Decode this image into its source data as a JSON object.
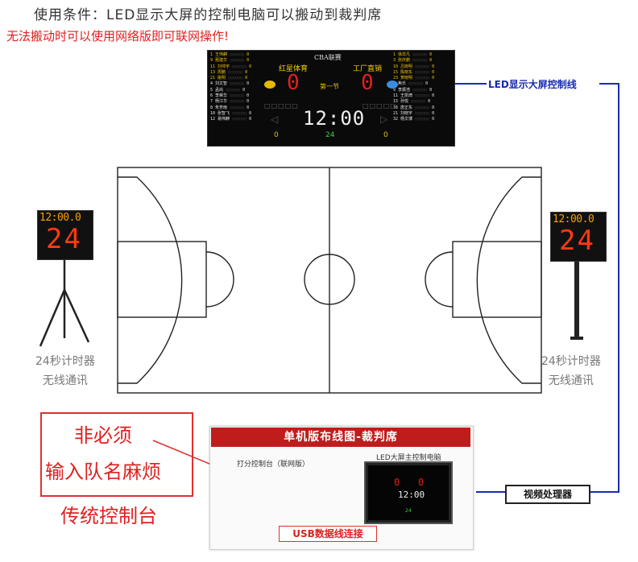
{
  "header": {
    "title": "使用条件：LED显示大屏的控制电脑可以搬动到裁判席",
    "note": "无法搬动时可以使用网络版即可联网操作!"
  },
  "scoreboard": {
    "league": "CBA联赛",
    "home_team": "红星体育",
    "away_team": "工厂直销",
    "home_score": "0",
    "away_score": "0",
    "period": "第一节",
    "clock": "12:00",
    "shot_clock": "24",
    "home_fouls": "0",
    "away_fouls": "0",
    "home_players": [
      {
        "num": "1",
        "name": "王伟麒",
        "pts": "0"
      },
      {
        "num": "9",
        "name": "聂建华",
        "pts": "0"
      },
      {
        "num": "11",
        "name": "刘帅宇",
        "pts": "0"
      },
      {
        "num": "13",
        "name": "周鹏",
        "pts": "0"
      },
      {
        "num": "21",
        "name": "姚明",
        "pts": "0"
      },
      {
        "num": "4",
        "name": "刘文智",
        "pts": "0"
      },
      {
        "num": "5",
        "name": "孟尚",
        "pts": "0"
      },
      {
        "num": "6",
        "name": "李荣华",
        "pts": "0"
      },
      {
        "num": "7",
        "name": "杨江华",
        "pts": "0"
      },
      {
        "num": "8",
        "name": "朱芳雨",
        "pts": "0"
      },
      {
        "num": "10",
        "name": "张智飞",
        "pts": "0"
      },
      {
        "num": "12",
        "name": "易伟麒",
        "pts": "0"
      }
    ],
    "away_players": [
      {
        "num": "1",
        "name": "徐非凡",
        "pts": "0"
      },
      {
        "num": "3",
        "name": "张庆鹏",
        "pts": "0"
      },
      {
        "num": "10",
        "name": "吕晓明",
        "pts": "0"
      },
      {
        "num": "15",
        "name": "陈晓东",
        "pts": "0"
      },
      {
        "num": "23",
        "name": "贺晓明",
        "pts": "0"
      },
      {
        "num": "5",
        "name": "焦乐",
        "pts": "0"
      },
      {
        "num": "9",
        "name": "李振浩",
        "pts": "0"
      },
      {
        "num": "11",
        "name": "王凯琦",
        "pts": "0"
      },
      {
        "num": "15",
        "name": "孙悦",
        "pts": "0"
      },
      {
        "num": "16",
        "name": "唐正东",
        "pts": "0"
      },
      {
        "num": "21",
        "name": "刘晓宇",
        "pts": "0"
      },
      {
        "num": "32",
        "name": "杨文博",
        "pts": "0"
      }
    ]
  },
  "labels": {
    "led_control_line": "LED显示大屏控制线",
    "shot_clock_caption_1": "24秒计时器",
    "shot_clock_caption_2": "无线通讯",
    "video_processor": "视频处理器",
    "usb_line": "USB数据线连接"
  },
  "shot_clock_device": {
    "game_time": "12:00.0",
    "seconds": "24"
  },
  "red_note": {
    "line1": "非必须",
    "line2": "输入队名麻烦",
    "line3": "传统控制台"
  },
  "panel": {
    "title": "单机版布线图-裁判席",
    "console_label": "打分控制台（联网版）",
    "pc_label": "LED大屏主控制电脑",
    "monitor_clock": "12:00",
    "monitor_home": "0",
    "monitor_away": "0",
    "monitor_shot": "24"
  },
  "colors": {
    "title_red": "#e02020",
    "line_blue": "#1a2bb0",
    "panel_red": "#c01c1c",
    "digit_red": "#ff3a10",
    "digit_amber": "#f5a000"
  }
}
